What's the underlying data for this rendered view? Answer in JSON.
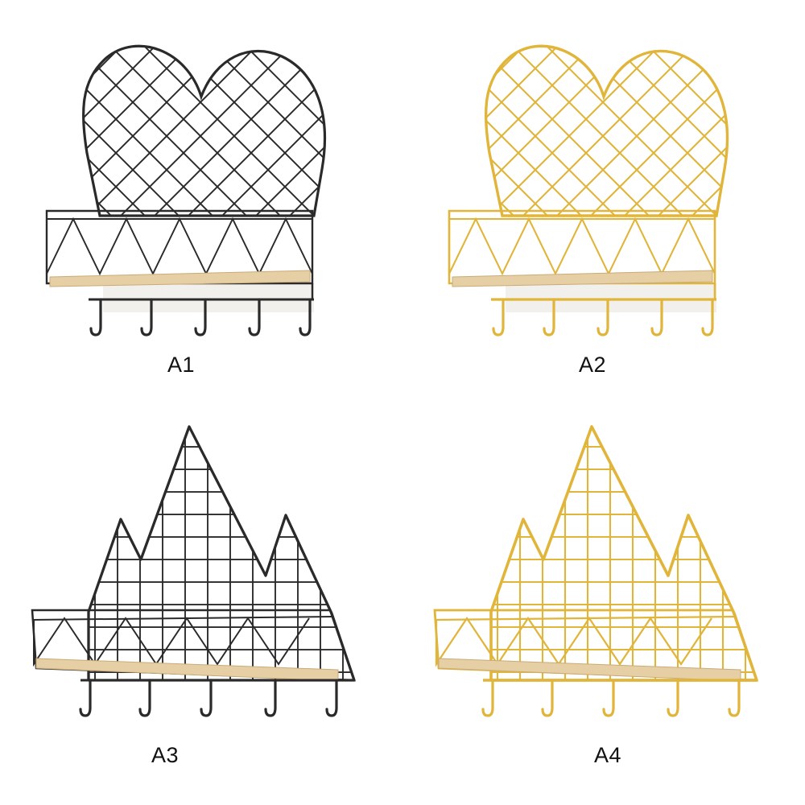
{
  "products": [
    {
      "label": "A1",
      "shape": "heart",
      "finish": "black",
      "color": "#2a2a2a"
    },
    {
      "label": "A2",
      "shape": "heart",
      "finish": "gold",
      "color": "#e0b53a"
    },
    {
      "label": "A3",
      "shape": "mountain",
      "finish": "black",
      "color": "#2a2a2a"
    },
    {
      "label": "A4",
      "shape": "mountain",
      "finish": "gold",
      "color": "#e0b53a"
    }
  ],
  "colors": {
    "wood": "#e6cfa4",
    "wood_edge": "#c9ab78",
    "wall_plate": "#f2f0ec",
    "background": "#ffffff"
  }
}
